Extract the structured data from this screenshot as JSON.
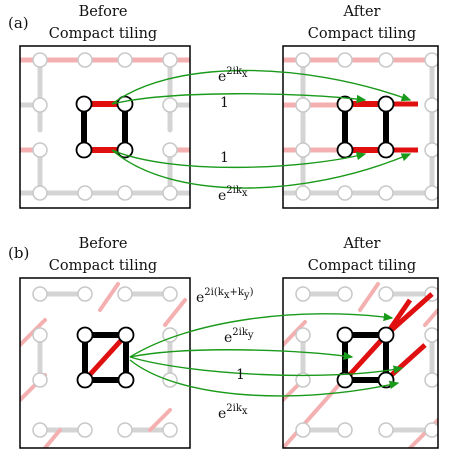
{
  "panels": [
    {
      "label": "(a)",
      "before": {
        "line1": "Before",
        "line2": "Compact tiling"
      },
      "after": {
        "line1": "After",
        "line2": "Compact tiling"
      },
      "phases": [
        {
          "base": "e",
          "sup": "2ik",
          "sub": "x",
          "tail": ""
        },
        {
          "plain": "1"
        },
        {
          "plain": "1"
        },
        {
          "base": "e",
          "sup": "2ik",
          "sub": "x",
          "tail": ""
        }
      ]
    },
    {
      "label": "(b)",
      "before": {
        "line1": "Before",
        "line2": "Compact tiling"
      },
      "after": {
        "line1": "After",
        "line2": "Compact tiling"
      },
      "phases": [
        {
          "base": "e",
          "sup": "2i(k",
          "sub": "x",
          "mid": "+k",
          "sub2": "y",
          "tail": ")"
        },
        {
          "base": "e",
          "sup": "2ik",
          "sub": "y",
          "tail": ""
        },
        {
          "plain": "1"
        },
        {
          "base": "e",
          "sup": "2ik",
          "sub": "x",
          "tail": ""
        }
      ]
    }
  ],
  "colors": {
    "arrow": "#1a9a1a",
    "bond_strong": "#e01010",
    "bond_faint": "#f4b0b0",
    "lattice_faint": "#d4d4d4",
    "plaquette": "#000000"
  }
}
